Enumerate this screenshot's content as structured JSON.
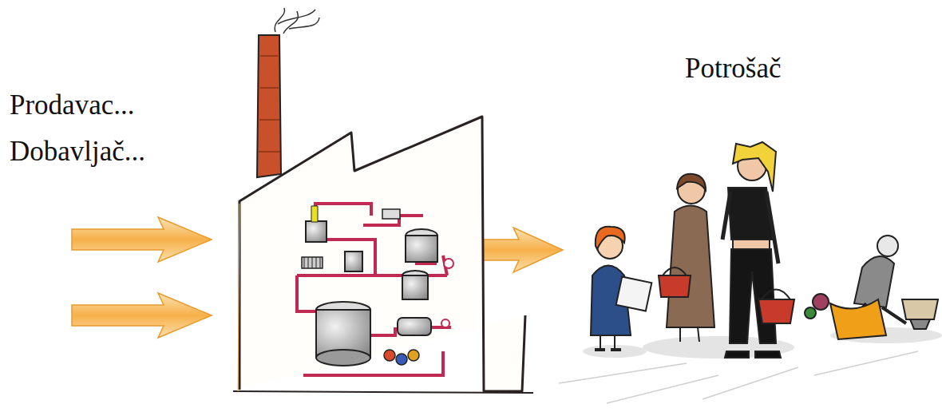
{
  "diagram": {
    "labels": [
      "Prodavac...",
      "Dobavljač...",
      "Potrošač"
    ]
  }
}
